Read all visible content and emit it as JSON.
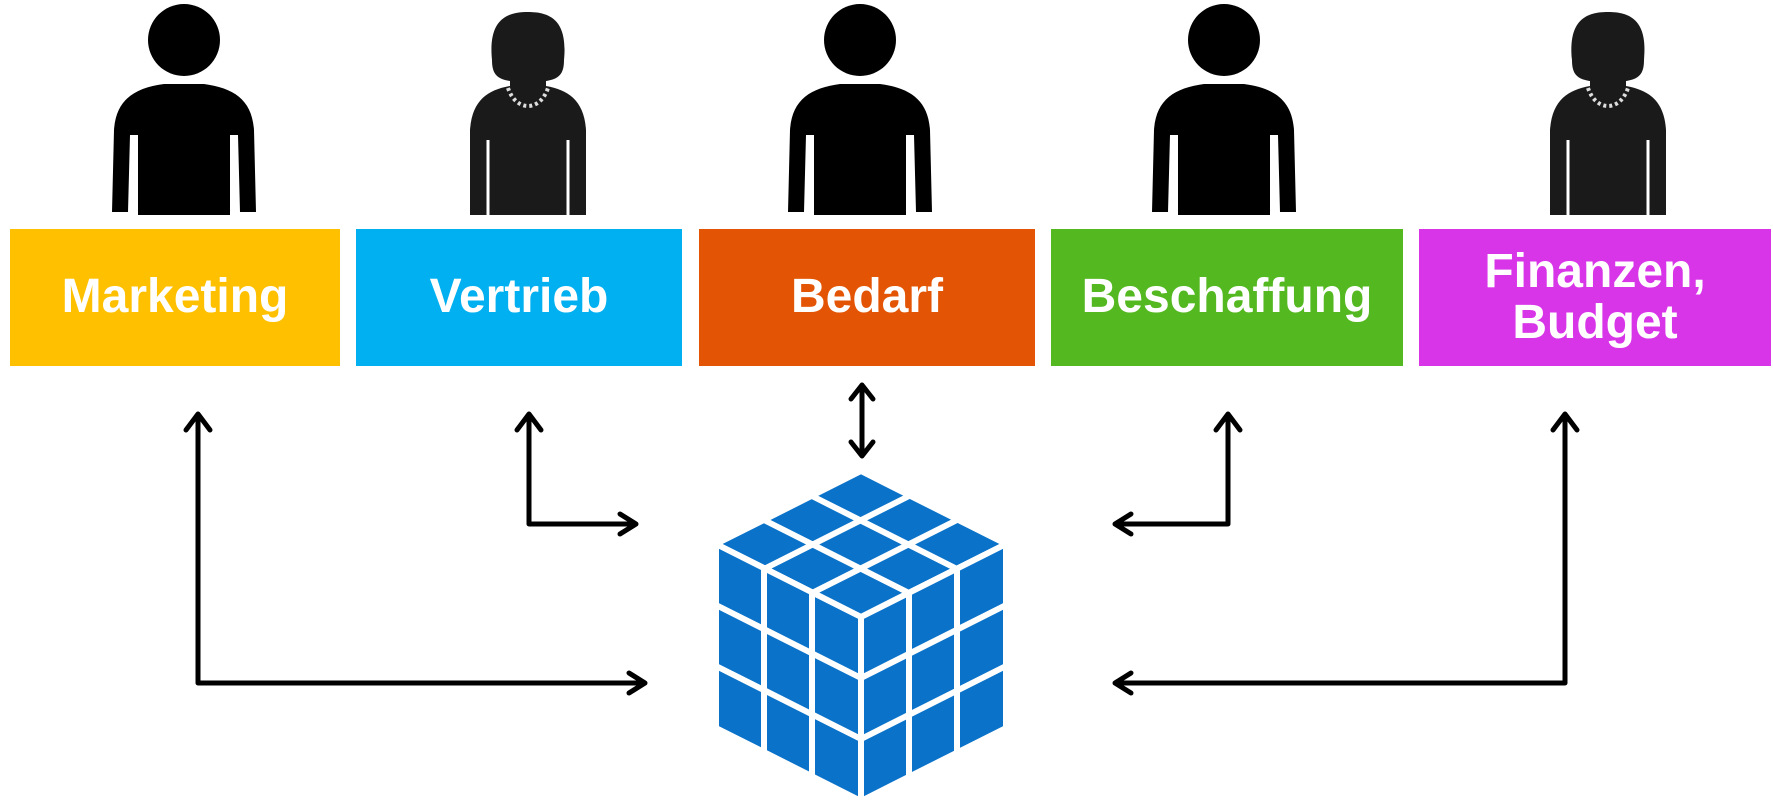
{
  "departments": [
    {
      "label": "Marketing",
      "color": "#FFC000",
      "person": "man-silhouette-icon"
    },
    {
      "label": "Vertrieb",
      "color": "#00B0F0",
      "person": "woman-silhouette-icon"
    },
    {
      "label": "Bedarf",
      "color": "#E35505",
      "person": "man-silhouette-icon"
    },
    {
      "label": "Beschaffung",
      "color": "#54B821",
      "person": "man-silhouette-icon"
    },
    {
      "label": "Finanzen,\nBudget",
      "color": "#D835E8",
      "person": "woman-silhouette-icon"
    }
  ],
  "center": {
    "icon": "data-cube-icon",
    "color": "#0A72C9"
  },
  "colors": {
    "arrow": "#000000",
    "person": "#000000"
  }
}
